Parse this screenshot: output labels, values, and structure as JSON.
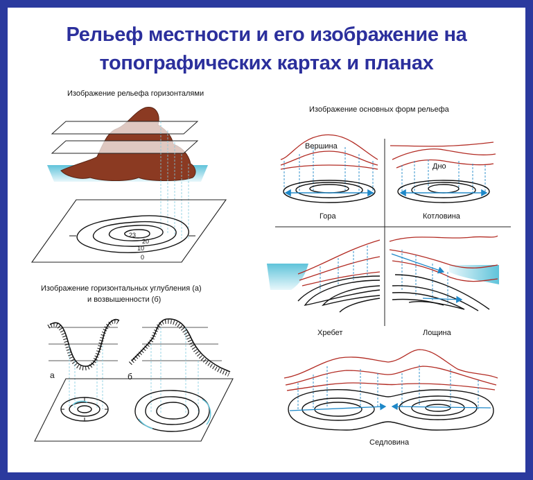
{
  "title": {
    "line1": "Рельеф  местности и его изображение на",
    "line2": "топографических картах и планах"
  },
  "panel_contours": {
    "heading": "Изображение рельефа горизонталями",
    "elevations": [
      "23",
      "20",
      "10",
      "0"
    ]
  },
  "panel_depressions": {
    "heading_line1": "Изображение горизонтальных углубления (а)",
    "heading_line2": "и возвышенности (б)",
    "label_a": "а",
    "label_b": "б"
  },
  "panel_forms": {
    "heading": "Изображение основных форм рельефа",
    "summit": "Вершина",
    "bottom": "Дно",
    "forms": [
      "Гора",
      "Котловина",
      "Хребет",
      "Лощина",
      "Седловина"
    ]
  },
  "colors": {
    "frame": "#2b3a9e",
    "title": "#2b2f9c",
    "terrain_red": "#b22a22",
    "hill_brown": "#8b3a22",
    "water": "#66c6dc",
    "arrow_blue": "#1e88c8"
  }
}
